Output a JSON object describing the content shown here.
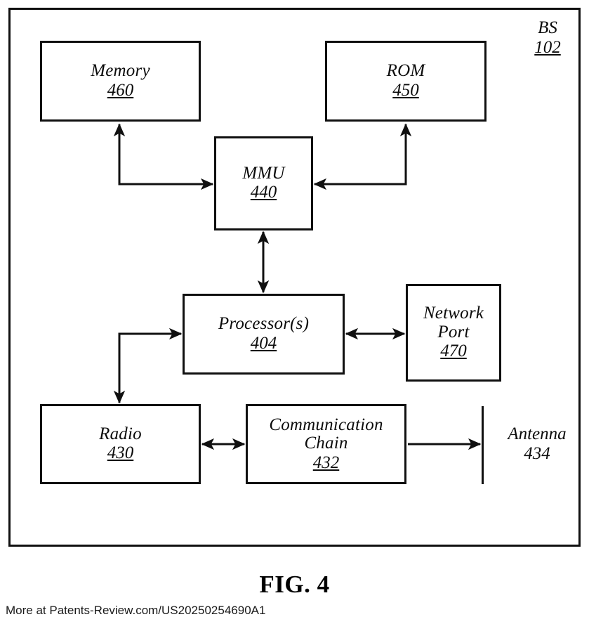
{
  "figure": {
    "caption": "FIG. 4",
    "enclosure_label": {
      "name": "BS",
      "number": "102"
    },
    "watermark": "More at Patents-Review.com/US20250254690A1",
    "line_color": "#101010",
    "background": "#ffffff"
  },
  "blocks": [
    {
      "id": "memory",
      "label": "Memory",
      "number": "460"
    },
    {
      "id": "rom",
      "label": "ROM",
      "number": "450"
    },
    {
      "id": "mmu",
      "label": "MMU",
      "number": "440"
    },
    {
      "id": "processor",
      "label": "Processor(s)",
      "number": "404"
    },
    {
      "id": "network_port",
      "label_line1": "Network",
      "label_line2": "Port",
      "number": "470"
    },
    {
      "id": "radio",
      "label": "Radio",
      "number": "430"
    },
    {
      "id": "comm_chain",
      "label_line1": "Communication",
      "label_line2": "Chain",
      "number": "432"
    }
  ],
  "antenna": {
    "label": "Antenna",
    "number": "434"
  },
  "connections": [
    {
      "from": "mmu",
      "to": "memory",
      "arrows": "single"
    },
    {
      "from": "mmu",
      "to": "rom",
      "arrows": "single"
    },
    {
      "from": "mmu",
      "to": "processor",
      "arrows": "double"
    },
    {
      "from": "processor",
      "to": "network_port",
      "arrows": "double"
    },
    {
      "from": "processor",
      "to": "radio",
      "arrows": "single"
    },
    {
      "from": "radio",
      "to": "comm_chain",
      "arrows": "double"
    },
    {
      "from": "comm_chain",
      "to": "antenna",
      "arrows": "single"
    }
  ]
}
